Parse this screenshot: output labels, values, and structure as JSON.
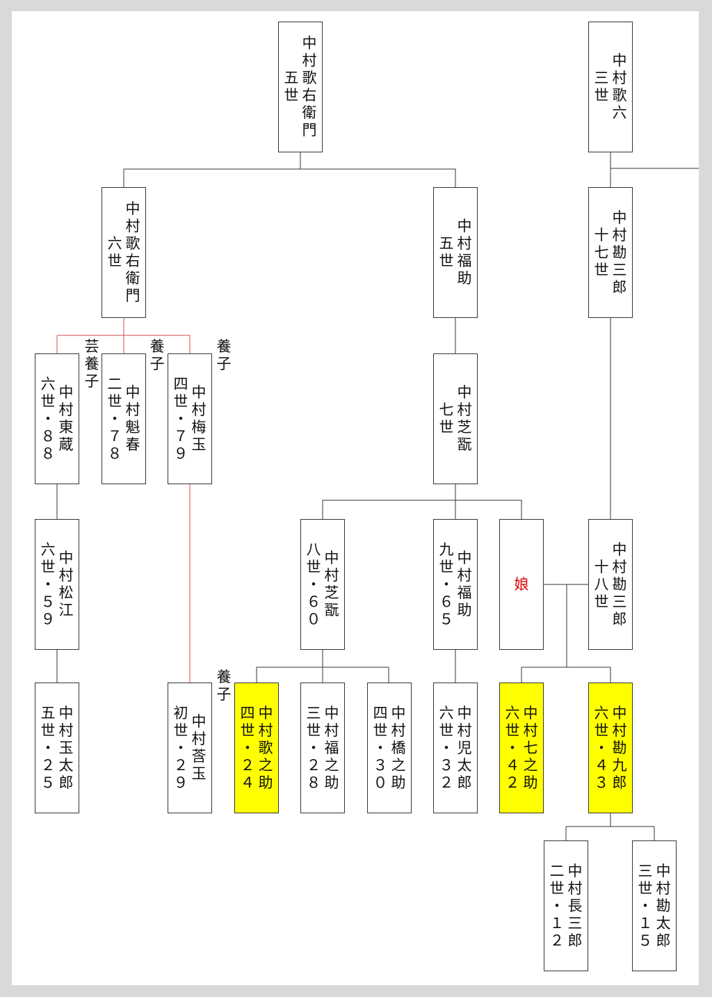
{
  "nodes": [
    {
      "id": "utaemon5",
      "cols": [
        "中村歌右衛門",
        "五世"
      ]
    },
    {
      "id": "kaoru3",
      "cols": [
        "中村歌六",
        "三世"
      ]
    },
    {
      "id": "utaemon6",
      "cols": [
        "中村歌右衛門",
        "六世"
      ]
    },
    {
      "id": "fukusuke5",
      "cols": [
        "中村福助",
        "五世"
      ]
    },
    {
      "id": "kanzaburo17",
      "cols": [
        "中村勘三郎",
        "十七世"
      ]
    },
    {
      "id": "tozo6",
      "cols": [
        "中村東蔵",
        "六世・８８"
      ]
    },
    {
      "id": "kaishun2",
      "cols": [
        "中村魁春",
        "二世・７８"
      ]
    },
    {
      "id": "baigyoku4",
      "cols": [
        "中村梅玉",
        "四世・７９"
      ]
    },
    {
      "id": "shikan7",
      "cols": [
        "中村芝翫",
        "七世"
      ]
    },
    {
      "id": "shoko6",
      "cols": [
        "中村松江",
        "六世・５９"
      ]
    },
    {
      "id": "shikan8",
      "cols": [
        "中村芝翫",
        "八世・６０"
      ]
    },
    {
      "id": "fukusuke9",
      "cols": [
        "中村福助",
        "九世・６５"
      ]
    },
    {
      "id": "daughter",
      "cols": [
        "娘"
      ],
      "color": "red"
    },
    {
      "id": "kanzaburo18",
      "cols": [
        "中村勘三郎",
        "十八世"
      ]
    },
    {
      "id": "tamataro5",
      "cols": [
        "中村玉太郎",
        "五世・２５"
      ]
    },
    {
      "id": "kitsugyoku1",
      "cols": [
        "中村莟玉",
        "初世・２９"
      ]
    },
    {
      "id": "utanosuke4",
      "cols": [
        "中村歌之助",
        "四世・２４"
      ],
      "highlight": true
    },
    {
      "id": "fukunosuke3",
      "cols": [
        "中村福之助",
        "三世・２８"
      ]
    },
    {
      "id": "hashinosuke4",
      "cols": [
        "中村橋之助",
        "四世・３０"
      ]
    },
    {
      "id": "kotaro6",
      "cols": [
        "中村児太郎",
        "六世・３２"
      ]
    },
    {
      "id": "shichinosuke6",
      "cols": [
        "中村七之助",
        "六世・４２"
      ],
      "highlight": true
    },
    {
      "id": "kankuro6",
      "cols": [
        "中村勘九郎",
        "六世・４３"
      ],
      "highlight": true
    },
    {
      "id": "chozaburo2",
      "cols": [
        "中村長三郎",
        "二世・１２"
      ]
    },
    {
      "id": "kantaro3",
      "cols": [
        "中村勘太郎",
        "三世・１５"
      ]
    }
  ],
  "labels": [
    {
      "id": "tozo6",
      "cols": [
        "芸養子"
      ]
    },
    {
      "id": "kaishun2",
      "cols": [
        "養子"
      ]
    },
    {
      "id": "baigyoku4",
      "cols": [
        "養子"
      ]
    },
    {
      "id": "kitsugyoku1",
      "cols": [
        "養子"
      ]
    }
  ],
  "colors": {
    "line": "#333333",
    "adoption_line": "#d94a4a",
    "highlight": "#ffff00",
    "daughter_text": "#e00000"
  }
}
